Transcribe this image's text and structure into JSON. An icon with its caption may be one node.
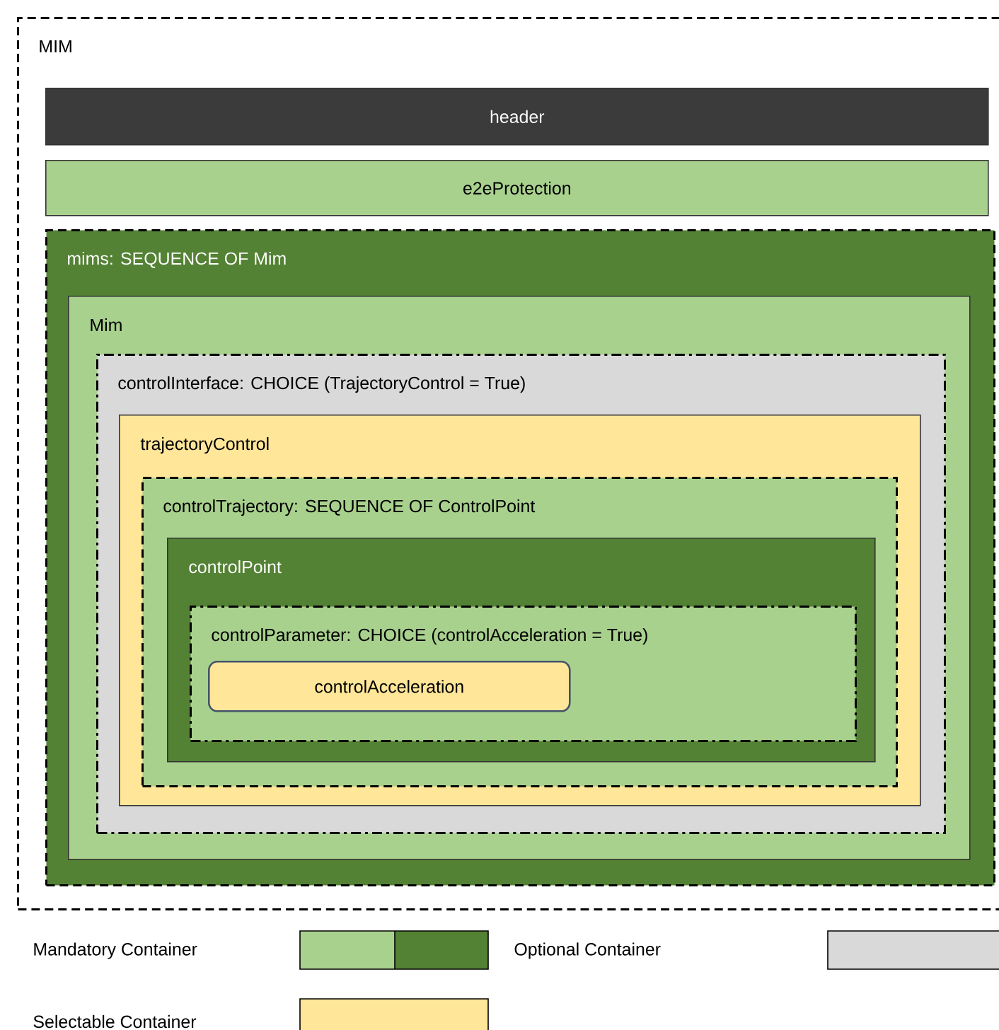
{
  "diagram": {
    "nodes": [
      {
        "text": [
          "MIM"
        ]
      },
      {
        "text": [
          "header"
        ],
        "in": 0
      },
      {
        "text": [
          "e2eProtection"
        ],
        "in": 0
      },
      {
        "text": [
          "mims: SEQUENCE OF Mim"
        ],
        "in": 0
      },
      {
        "text": [
          "Mim"
        ],
        "in": 3
      },
      {
        "text": [
          "controlInterface: CHOICE (TrajectoryControl = True)"
        ],
        "in": 4
      },
      {
        "text": [
          "trajectoryControl"
        ],
        "in": 5
      },
      {
        "text": [
          "controlTrajectory: SEQUENCE OF ControlPoint"
        ],
        "in": 6
      },
      {
        "text": [
          "controlPoint"
        ],
        "in": 7
      },
      {
        "text": [
          "controlParameter: CHOICE (controlAcceleration = True)"
        ],
        "in": 8
      },
      {
        "text": [
          "controlAcceleration"
        ],
        "in": 9
      }
    ],
    "legend": [
      {
        "text": "Mandatory Container",
        "color": "#a9d18e"
      },
      {
        "text": "Optional Container",
        "color": "#d9d9d9"
      },
      {
        "text": "Selectable Container",
        "color": "#ffe699"
      }
    ]
  }
}
